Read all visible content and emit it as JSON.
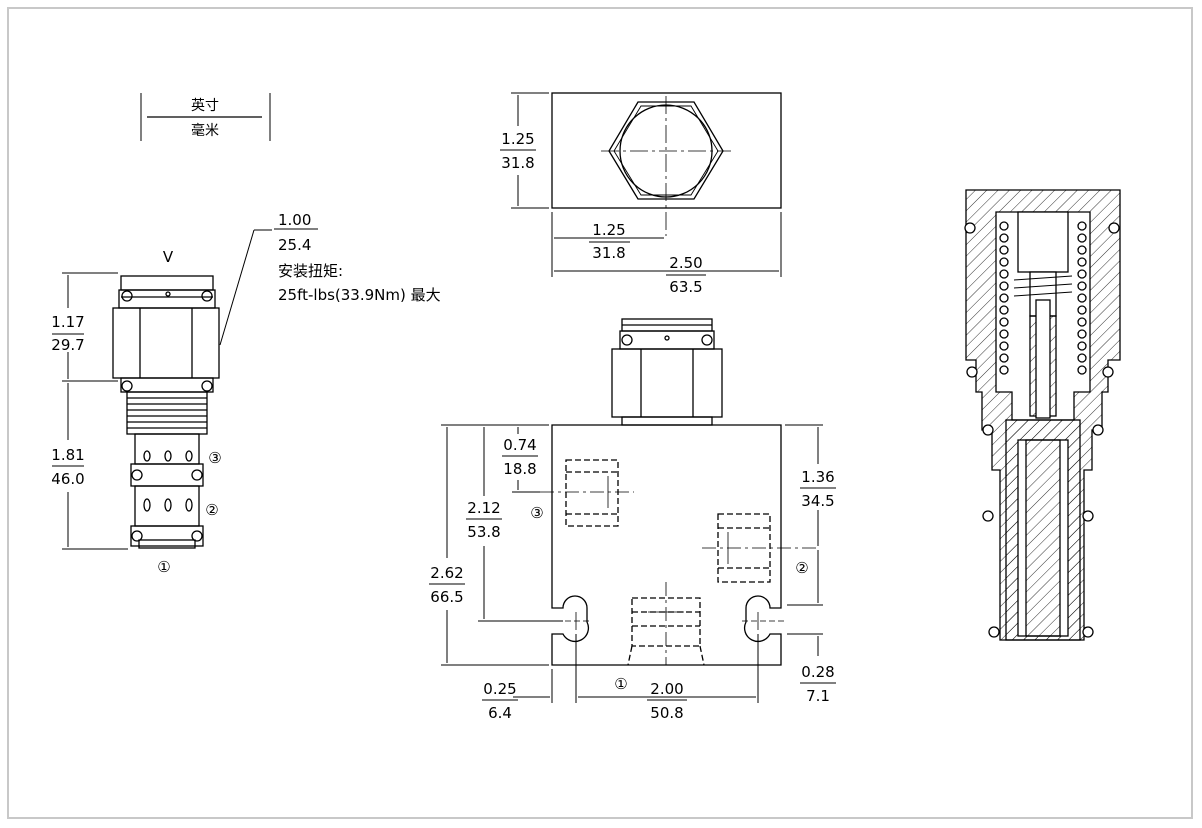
{
  "units_legend": {
    "top": "英寸",
    "bottom": "毫米"
  },
  "flow_symbol": "V",
  "torque": {
    "inch": "1.00",
    "mm": "25.4",
    "label": "安装扭矩:",
    "value": "25ft-lbs(33.9Nm) 最大"
  },
  "cartridge_dims": [
    {
      "in": "1.17",
      "mm": "29.7"
    },
    {
      "in": "1.81",
      "mm": "46.0"
    }
  ],
  "ports": {
    "p1": "①",
    "p2": "②",
    "p3": "③"
  },
  "top_view_dims": [
    {
      "in": "1.25",
      "mm": "31.8"
    },
    {
      "in": "1.25",
      "mm": "31.8"
    },
    {
      "in": "2.50",
      "mm": "63.5"
    }
  ],
  "body_dims": {
    "d074": {
      "in": "0.74",
      "mm": "18.8"
    },
    "d212": {
      "in": "2.12",
      "mm": "53.8"
    },
    "d262": {
      "in": "2.62",
      "mm": "66.5"
    },
    "d136": {
      "in": "1.36",
      "mm": "34.5"
    },
    "d028": {
      "in": "0.28",
      "mm": "7.1"
    },
    "d025": {
      "in": "0.25",
      "mm": "6.4"
    },
    "d200": {
      "in": "2.00",
      "mm": "50.8"
    }
  }
}
